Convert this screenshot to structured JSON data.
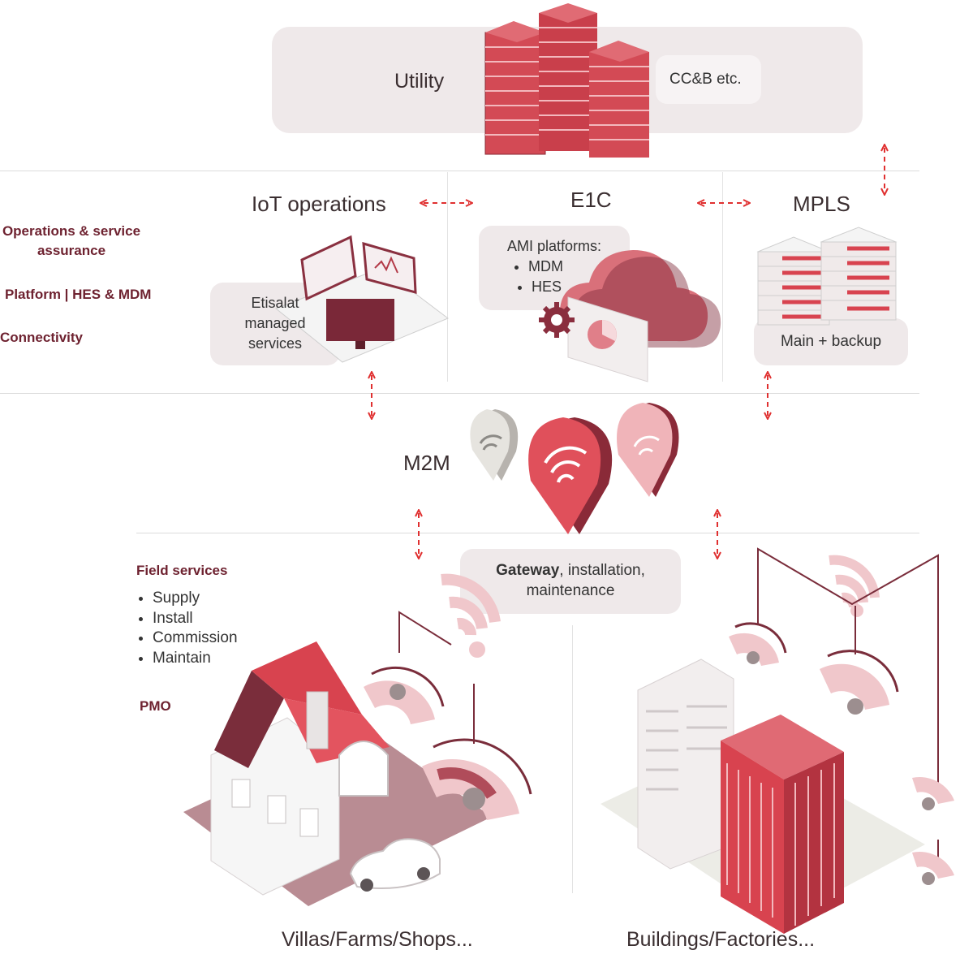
{
  "top": {
    "utility": "Utility",
    "ccb": "CC&B etc."
  },
  "columns": {
    "iot": "IoT operations",
    "e1c": "E1C",
    "mpls": "MPLS",
    "m2m": "M2M"
  },
  "side_labels": {
    "ops": "Operations & service assurance",
    "platform": "Platform | HES & MDM",
    "connectivity": "Connectivity",
    "field_services": "Field services",
    "pmo": "PMO"
  },
  "field_items": [
    "Supply",
    "Install",
    "Commission",
    "Maintain"
  ],
  "boxes": {
    "etisalat": "Etisalat managed services",
    "ami_title": "AMI platforms:",
    "ami_items": [
      "MDM",
      "HES"
    ],
    "main_backup": "Main + backup",
    "gateway_bold": "Gateway",
    "gateway_rest": ", installation,",
    "gateway_line2": "maintenance"
  },
  "captions": {
    "villas": "Villas/Farms/Shops...",
    "buildings": "Buildings/Factories..."
  },
  "colors": {
    "accent": "#d8434f",
    "dark": "#6e2230",
    "box": "#efe9ea",
    "arrow": "#e03030"
  }
}
